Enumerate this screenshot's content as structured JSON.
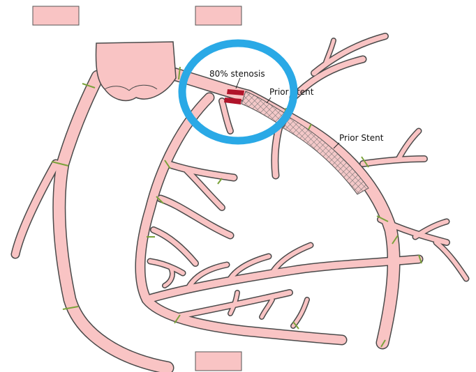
{
  "labels": {
    "stenosis": "80% stenosis",
    "stent_1": "Prior Stent",
    "stent_2": "Prior Stent"
  },
  "colors": {
    "vessel_fill": "#f9c4c4",
    "vessel_outline": "#4a4a4a",
    "segment_marker": "#7aa23a",
    "stenosis": "#b0142a",
    "highlight_ring": "#2aa9e6",
    "label_box": "#f9c4c4"
  },
  "icons": [
    "highlight-circle-icon",
    "stent-mesh-icon",
    "stenosis-marker-icon"
  ]
}
